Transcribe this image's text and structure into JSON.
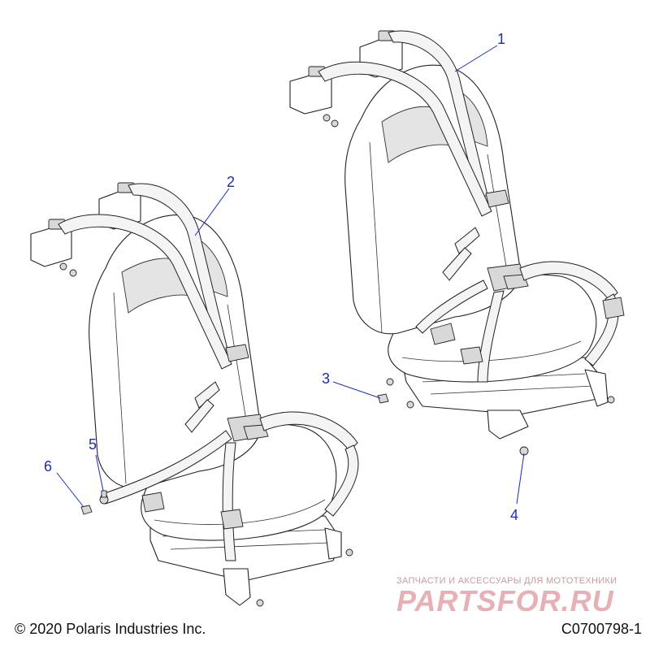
{
  "diagram": {
    "callouts": [
      {
        "id": "1",
        "label": "1"
      },
      {
        "id": "2",
        "label": "2"
      },
      {
        "id": "3",
        "label": "3"
      },
      {
        "id": "4",
        "label": "4"
      },
      {
        "id": "5",
        "label": "5"
      },
      {
        "id": "6",
        "label": "6"
      }
    ],
    "colors": {
      "callout": "#1a2fb8",
      "line_art": "#222222",
      "watermark": "#e6b0b4"
    }
  },
  "footer": {
    "copyright": "© 2020 Polaris Industries Inc.",
    "drawing_number": "C0700798-1"
  },
  "watermark": {
    "tagline": "ЗАПЧАСТИ И АКСЕССУАРЫ ДЛЯ МОТОТЕХНИКИ",
    "brand": "PARTSFOR.RU"
  }
}
